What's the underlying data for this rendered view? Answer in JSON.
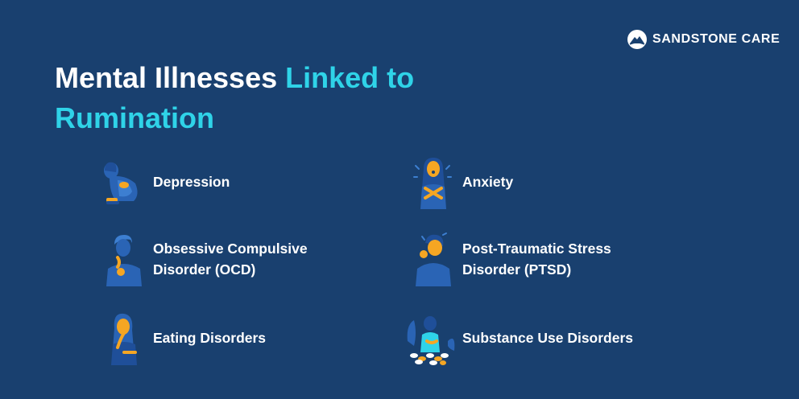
{
  "brand": {
    "name": "SANDSTONE CARE"
  },
  "title": {
    "prefix": "Mental Illnesses ",
    "accent": "Linked to Rumination"
  },
  "items": [
    {
      "label": "Depression",
      "icon": "person-hugging-knees-icon"
    },
    {
      "label": "Anxiety",
      "icon": "anxious-person-icon"
    },
    {
      "label": "Obsessive Compulsive\nDisorder (OCD)",
      "icon": "worried-man-icon"
    },
    {
      "label": "Post-Traumatic Stress\nDisorder (PTSD)",
      "icon": "distressed-person-icon"
    },
    {
      "label": "Eating Disorders",
      "icon": "woman-covering-mouth-icon"
    },
    {
      "label": "Substance Use Disorders",
      "icon": "person-with-pills-icon"
    }
  ],
  "colors": {
    "background": "#19406f",
    "accent": "#2fd3e8",
    "figure": "#2a64b5",
    "skin": "#f5a623"
  }
}
